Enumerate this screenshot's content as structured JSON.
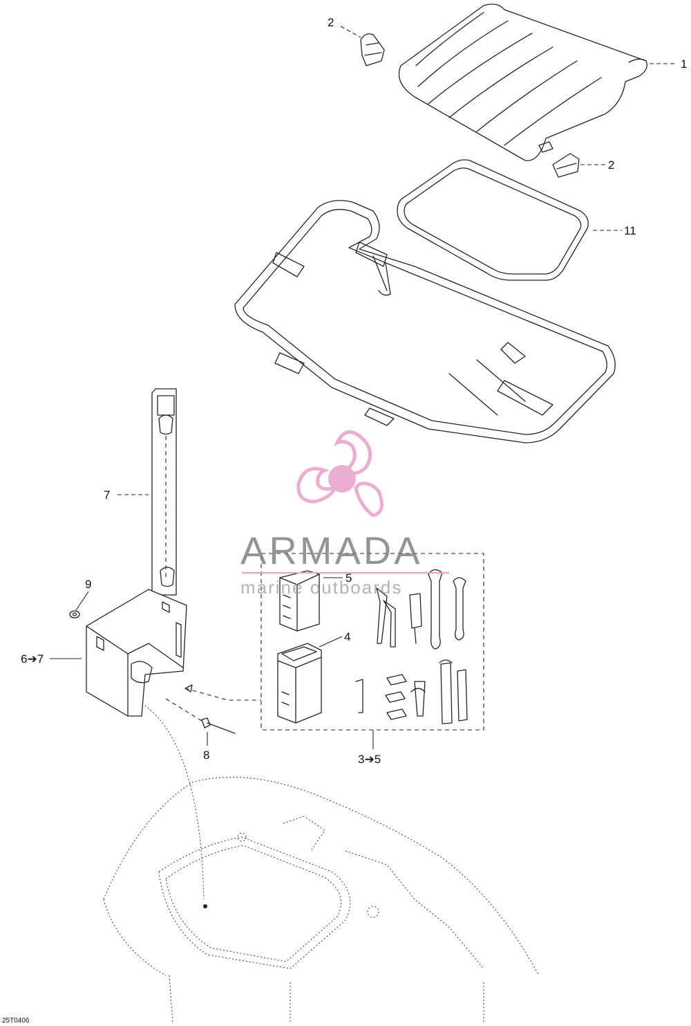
{
  "callouts": {
    "c1": "1",
    "c2a": "2",
    "c2b": "2",
    "c11": "11",
    "c7": "7",
    "c5": "5",
    "c9": "9",
    "c4": "4",
    "c6_7": "6➔7",
    "c8": "8",
    "c3_5": "3➔5"
  },
  "reference_code": "25T0406",
  "watermark": {
    "brand": "ARMADA",
    "tagline": "marine outboards",
    "color": "#e8a0c8"
  }
}
